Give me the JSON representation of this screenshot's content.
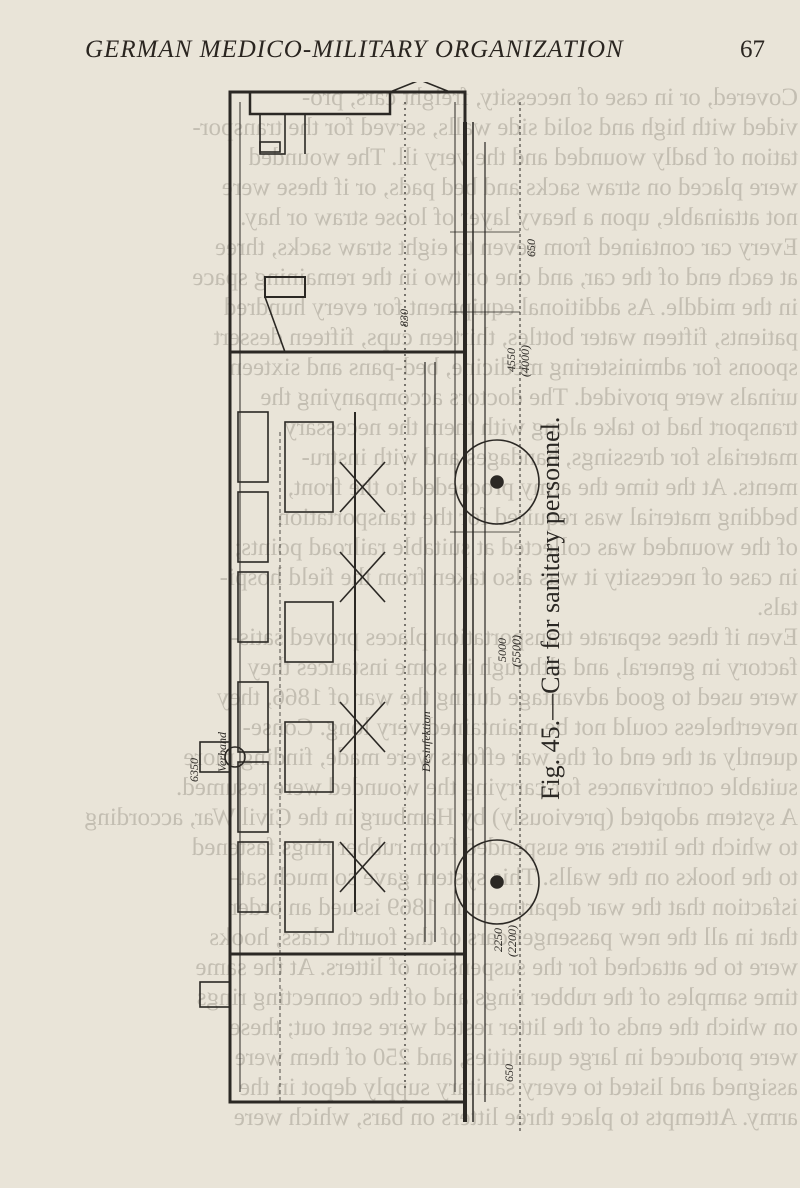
{
  "running_head": {
    "title": "GERMAN MEDICO-MILITARY ORGANIZATION",
    "page_number": "67"
  },
  "figure": {
    "caption": "Fig. 45.—Car for sanitary personnel.",
    "dimensions": [
      {
        "label": "650",
        "value": 650
      },
      {
        "label": "2250",
        "value": 2250
      },
      {
        "label": "(2200)",
        "value": 2200
      },
      {
        "label": "5000",
        "value": 5000
      },
      {
        "label": "(5500)",
        "value": 5500
      },
      {
        "label": "4550",
        "value": 4550
      },
      {
        "label": "(4000)",
        "value": 4000
      },
      {
        "label": "830",
        "value": 830
      },
      {
        "label": "650",
        "value": 650
      },
      {
        "label": "6350",
        "value": 6350
      }
    ],
    "annotations": [
      "Verband",
      "Desinfektion"
    ]
  },
  "bleed_through": [
    "Covered, or in case of necessity, freight cars, pro-",
    "vided with high and solid side walls, served for the transpor-",
    "tation of badly wounded and the very ill. The wounded",
    "were placed on straw sacks and bed pads, or if these were",
    "not attainable, upon a heavy layer of loose straw or hay.",
    "Every car contained from seven to eight straw sacks, three",
    "at each end of the car, and one or two in the remaining space",
    "in the middle. As additional equipment for every hundred",
    "patients, fifteen water bottles, thirteen cups, fifteen dessert",
    "spoons for administering medicine, bed-pans and sixteen",
    "urinals were provided. The doctors accompanying the",
    "transport had to take along with them the necessary",
    "materials for dressings, bandages and with instru-",
    "ments. At the time the army proceeded to the front,",
    "bedding material was required for the transportation",
    "of the wounded was collected at suitable railroad points;",
    "in case of necessity it was also taken from the field hospi-",
    "tals.",
    "Even if these separate transportation places proved satis-",
    "factory in general, and although in some instances they",
    "were used to good advantage during the war of 1866, they",
    "nevertheless could not be maintained very long. Conse-",
    "quently at the end of the war efforts were made, finding more",
    "suitable contrivances for carrying the wounded were resumed.",
    "A system adopted (previously) by Hamburg in the Civil War, according",
    "to which the litters are suspended from rubber rings fastened",
    "to the hooks on the walls. This system gave so much sat-",
    "isfaction that the war department in 1869 issued an order",
    "that in all the new passenger cars of the fourth class, hooks",
    "were to be attached for the suspension of litters. At the same",
    "time samples of the rubber rings and of the connecting rings",
    "on which the ends of the litter rested were sent out; these",
    "were produced in large quantities, and 250 of them were",
    "assigned and listed to every sanitary supply depot in the",
    "army. Attempts to place three litters on bars, which were"
  ]
}
